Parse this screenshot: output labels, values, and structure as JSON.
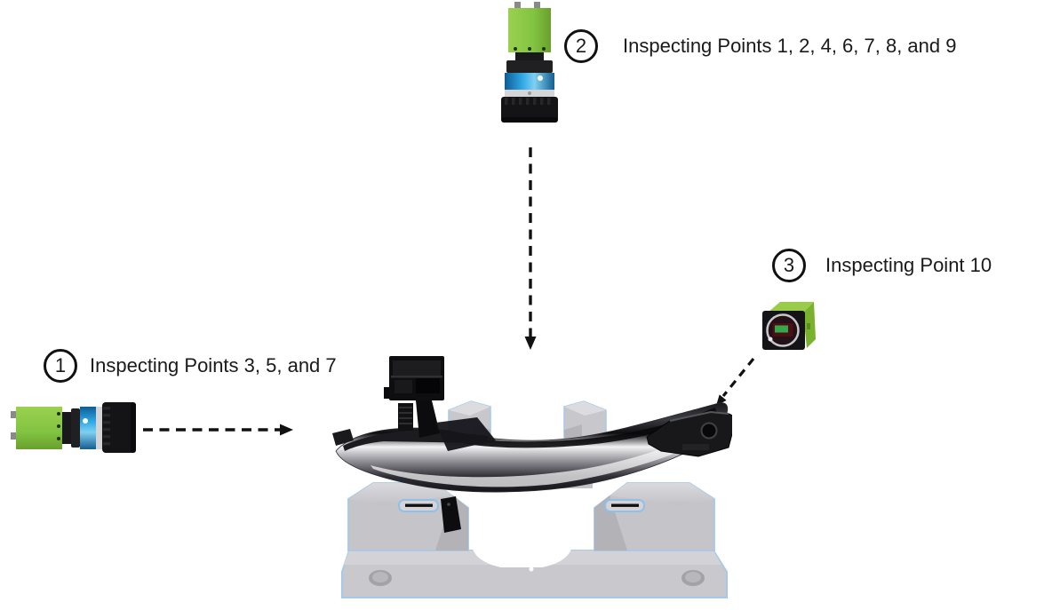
{
  "page": {
    "background": "#ffffff",
    "description": "Vision inspection setup diagram: three cameras aimed at a door handle on a fixture"
  },
  "annotations": [
    {
      "number": "1",
      "label": "Inspecting Points 3, 5, and 7"
    },
    {
      "number": "2",
      "label": "Inspecting Points 1, 2, 4, 6, 7, 8, and 9"
    },
    {
      "number": "3",
      "label": "Inspecting Point 10"
    }
  ],
  "cameras": [
    {
      "name": "camera-1-side-view",
      "icon": "industrial-camera-lens-right-icon"
    },
    {
      "name": "camera-2-top-view",
      "icon": "industrial-camera-lens-down-icon"
    },
    {
      "name": "camera-3-cube",
      "icon": "cube-camera-front-icon"
    }
  ],
  "object": {
    "name": "door-handle-on-fixture"
  },
  "colors": {
    "camera_green": "#82c341",
    "lens_ring_blue": "#2fa8e4",
    "lens_black": "#141416",
    "fixture_gray": "#c9c9cd",
    "fixture_outline_blue": "#a6c9e9",
    "arrow_black": "#111111",
    "text_black": "#1a1a1a"
  }
}
